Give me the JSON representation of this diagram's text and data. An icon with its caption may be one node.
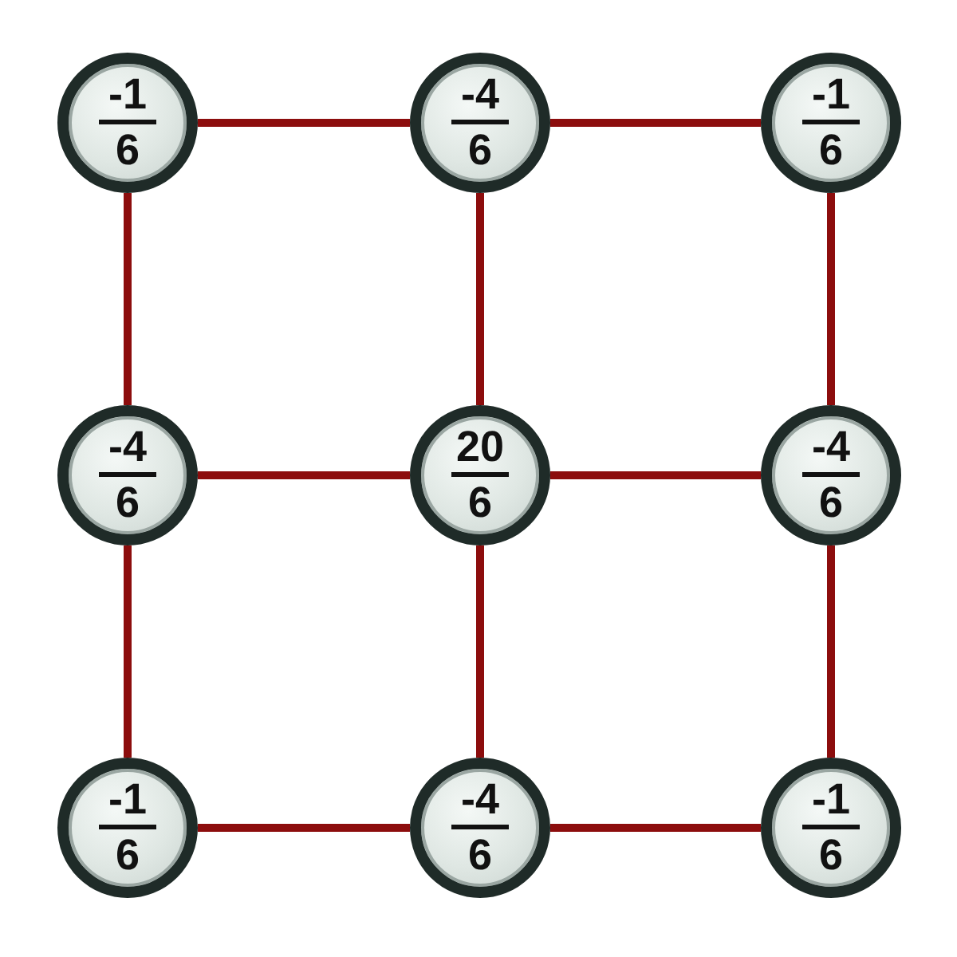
{
  "diagram": {
    "nodes": [
      {
        "text": [
          "-1",
          "6"
        ]
      },
      {
        "text": [
          "-4",
          "6"
        ]
      },
      {
        "text": [
          "-1",
          "6"
        ]
      },
      {
        "text": [
          "-4",
          "6"
        ]
      },
      {
        "text": [
          "20",
          "6"
        ]
      },
      {
        "text": [
          "-4",
          "6"
        ]
      },
      {
        "text": [
          "-1",
          "6"
        ]
      },
      {
        "text": [
          "-4",
          "6"
        ]
      },
      {
        "text": [
          "-1",
          "6"
        ]
      }
    ],
    "edges": [
      {
        "from": 0,
        "to": 1,
        "arrow": "none"
      },
      {
        "from": 1,
        "to": 2,
        "arrow": "none"
      },
      {
        "from": 0,
        "to": 3,
        "arrow": "none"
      },
      {
        "from": 1,
        "to": 4,
        "arrow": "none"
      },
      {
        "from": 2,
        "to": 5,
        "arrow": "none"
      },
      {
        "from": 3,
        "to": 4,
        "arrow": "none"
      },
      {
        "from": 4,
        "to": 5,
        "arrow": "none"
      },
      {
        "from": 3,
        "to": 6,
        "arrow": "none"
      },
      {
        "from": 4,
        "to": 7,
        "arrow": "none"
      },
      {
        "from": 5,
        "to": 8,
        "arrow": "none"
      },
      {
        "from": 6,
        "to": 7,
        "arrow": "none"
      },
      {
        "from": 7,
        "to": 8,
        "arrow": "none"
      }
    ]
  }
}
